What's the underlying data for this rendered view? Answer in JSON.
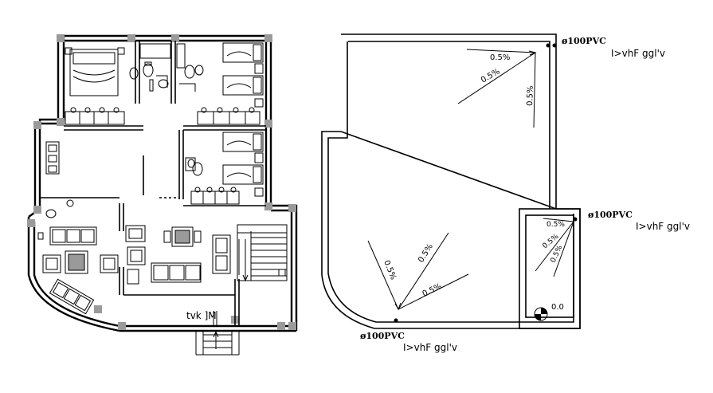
{
  "stair_label": "tvk ]M",
  "roof": {
    "top_outlet": {
      "pipe": "ø100PVC",
      "note": "I>vhF ggl'v"
    },
    "right_outlet": {
      "pipe": "ø100PVC",
      "note": "I>vhF ggl'v"
    },
    "bottom_outlet": {
      "pipe": "ø100PVC",
      "note": "I>vhF ggl'v"
    },
    "slopes_top": [
      "0.5%",
      "0.5%",
      "0.5%"
    ],
    "slopes_bottom": [
      "0.5%",
      "0.5%",
      "0.5%"
    ],
    "slopes_box": [
      "0.5%",
      "0.5%",
      "0.5%"
    ],
    "level_mark": "0.0"
  }
}
